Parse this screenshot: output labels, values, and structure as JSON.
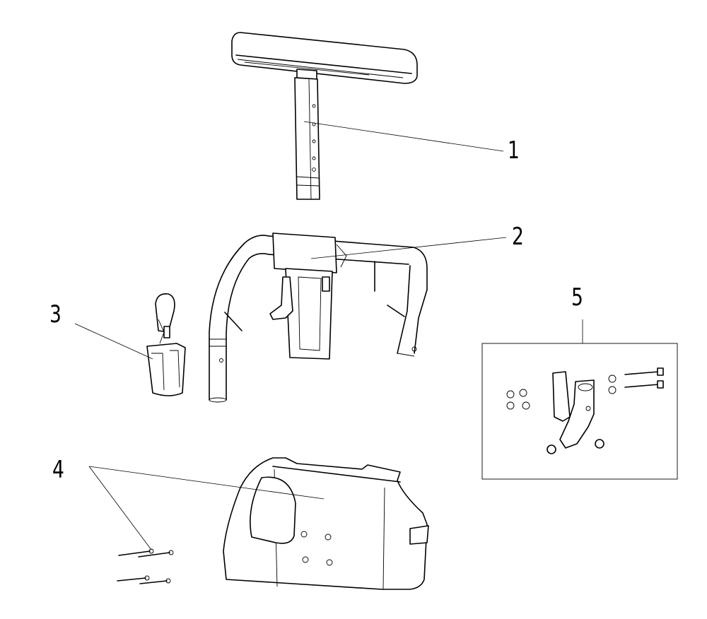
{
  "callouts": [
    {
      "id": "1"
    },
    {
      "id": "2"
    },
    {
      "id": "3"
    },
    {
      "id": "4"
    },
    {
      "id": "5"
    }
  ],
  "colors": {
    "ink": "#000000",
    "paper": "#ffffff"
  }
}
